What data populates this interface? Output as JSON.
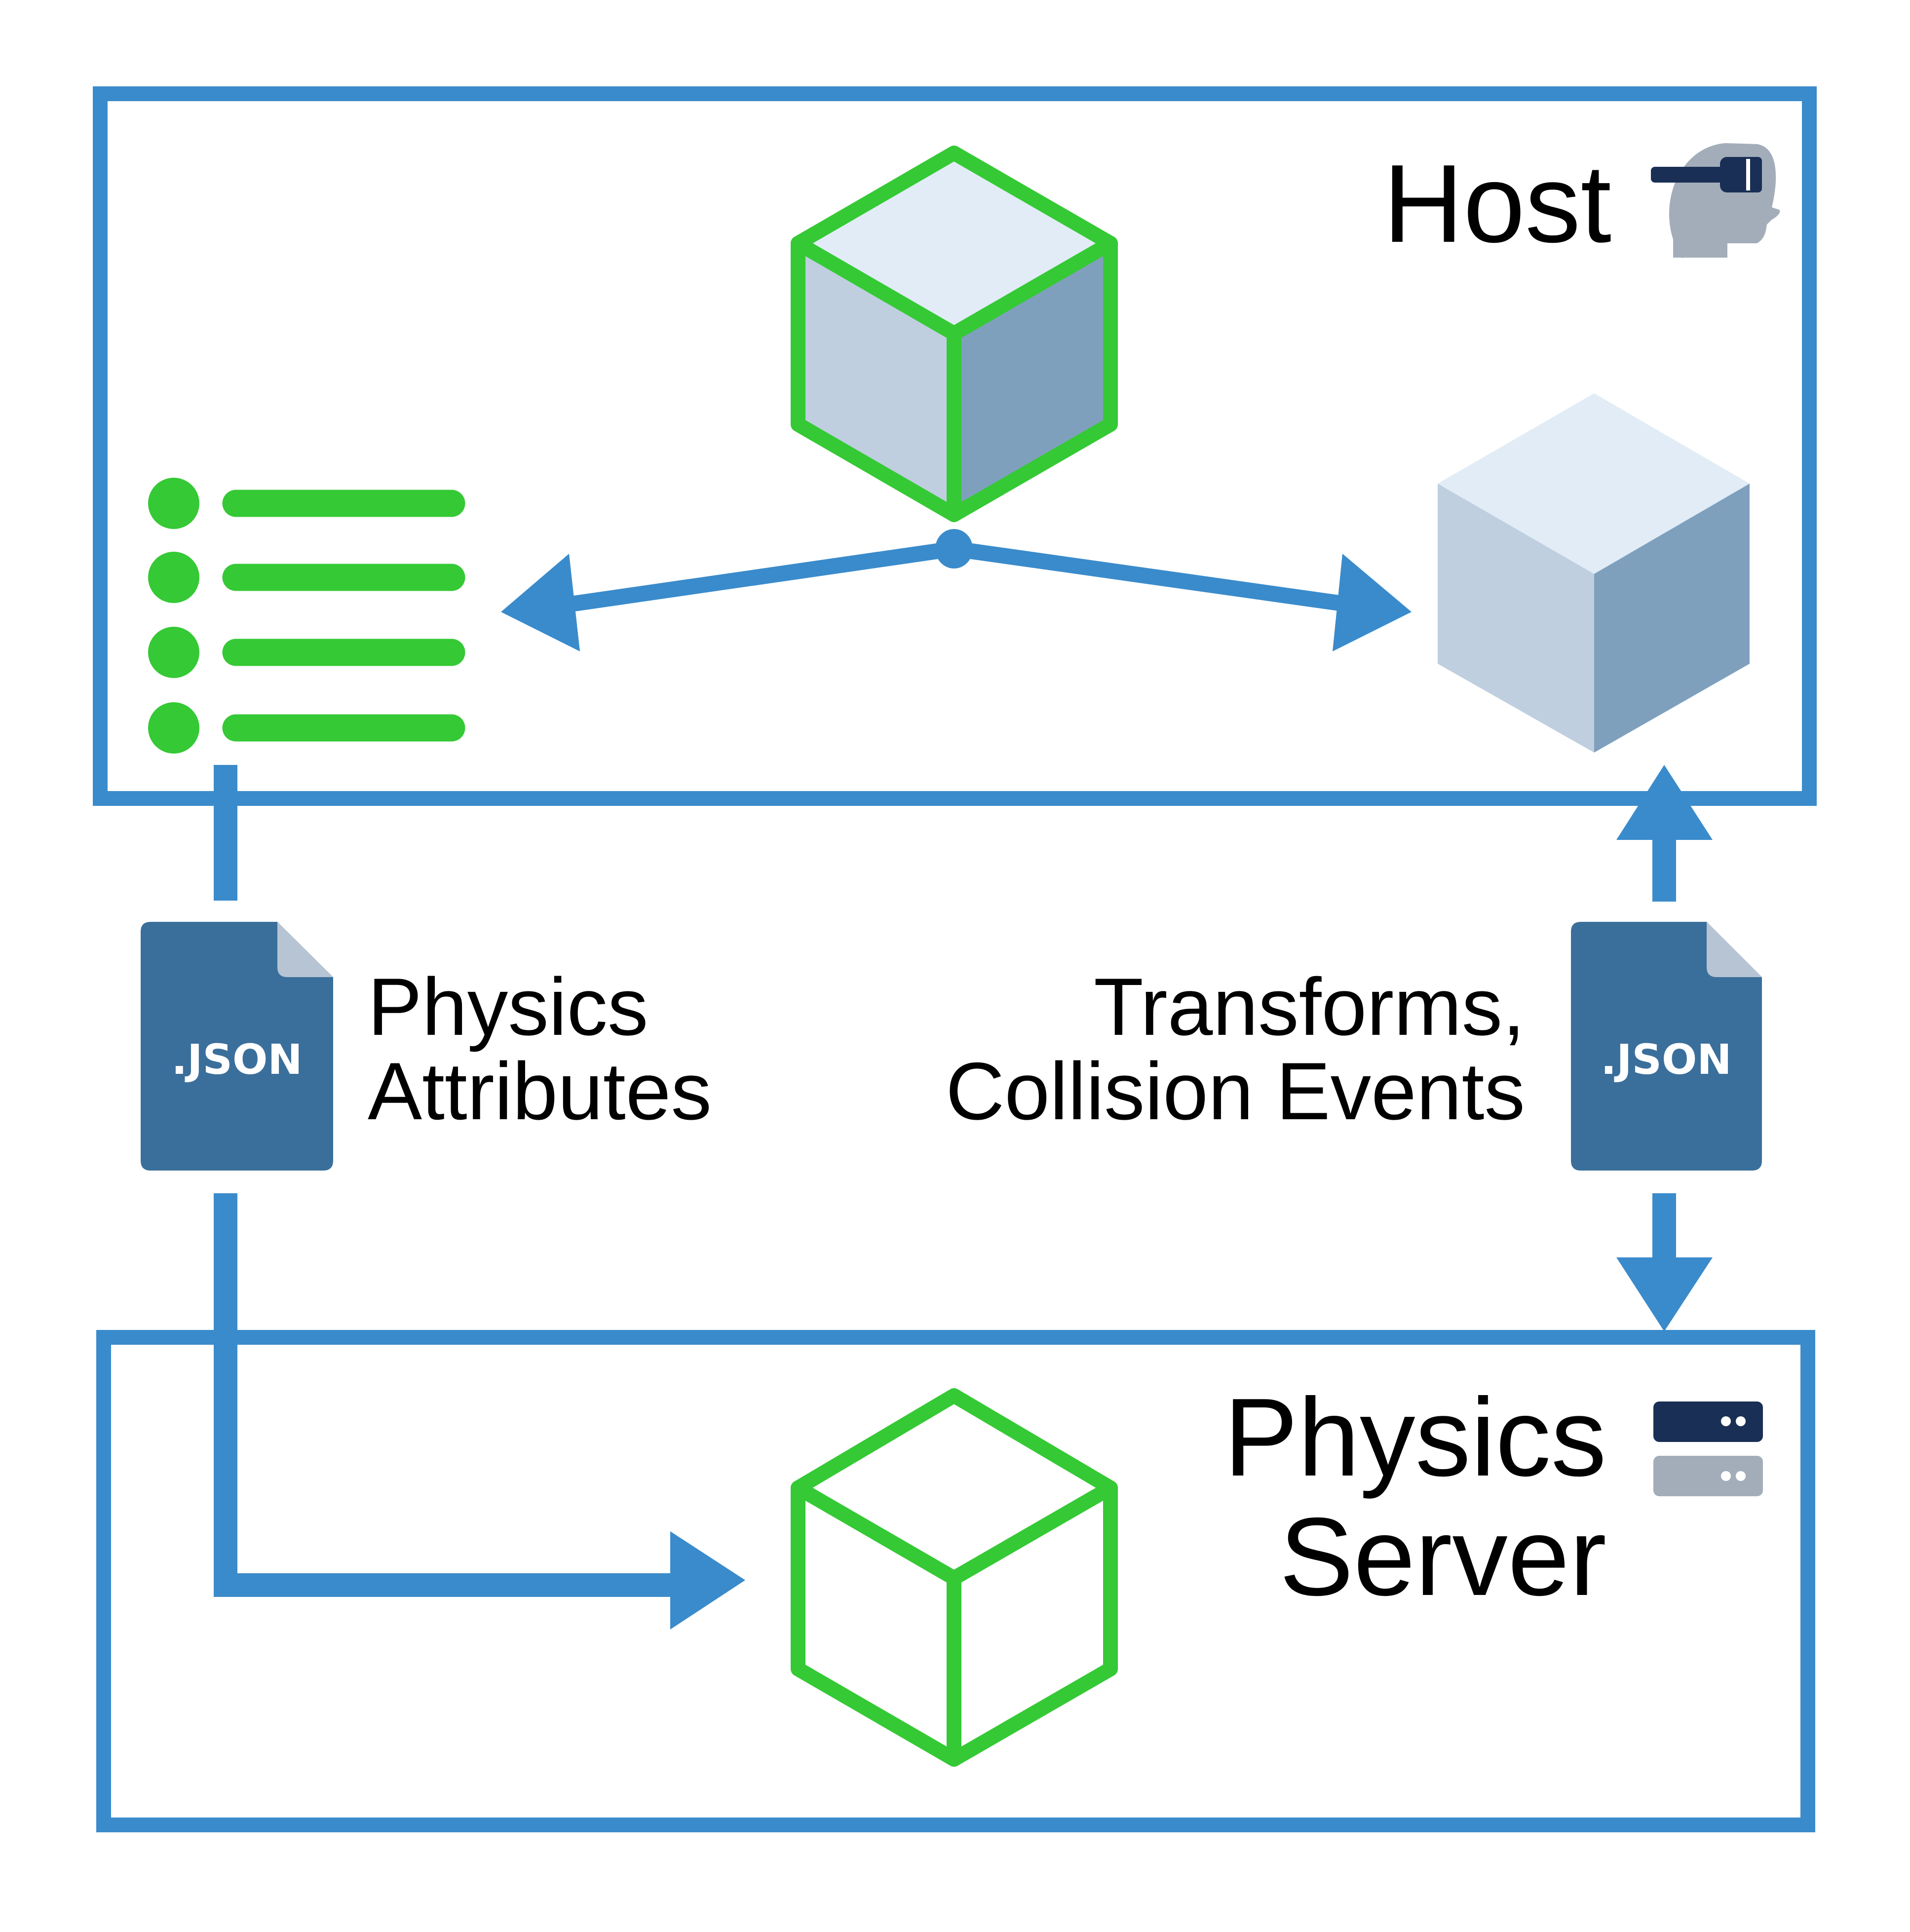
{
  "host": {
    "title": "Host",
    "icon": "vr-headset-icon"
  },
  "physics_server": {
    "title_line1": "Physics",
    "title_line2": "Server",
    "icon": "server-icon"
  },
  "left_file": {
    "badge": ".JSON",
    "caption_line1": "Physics",
    "caption_line2": "Attributes"
  },
  "right_file": {
    "badge": ".JSON",
    "caption_line1": "Transforms,",
    "caption_line2": "Collision Events"
  },
  "colors": {
    "frame_blue": "#3a8bcb",
    "accent_green": "#35c935",
    "file_blue": "#3b6f9b",
    "cube_top": "#e1ecf6",
    "cube_left": "#bfcfdf",
    "cube_right": "#7fa0bd",
    "icon_navy": "#1a2f55",
    "icon_gray": "#a3adba"
  }
}
